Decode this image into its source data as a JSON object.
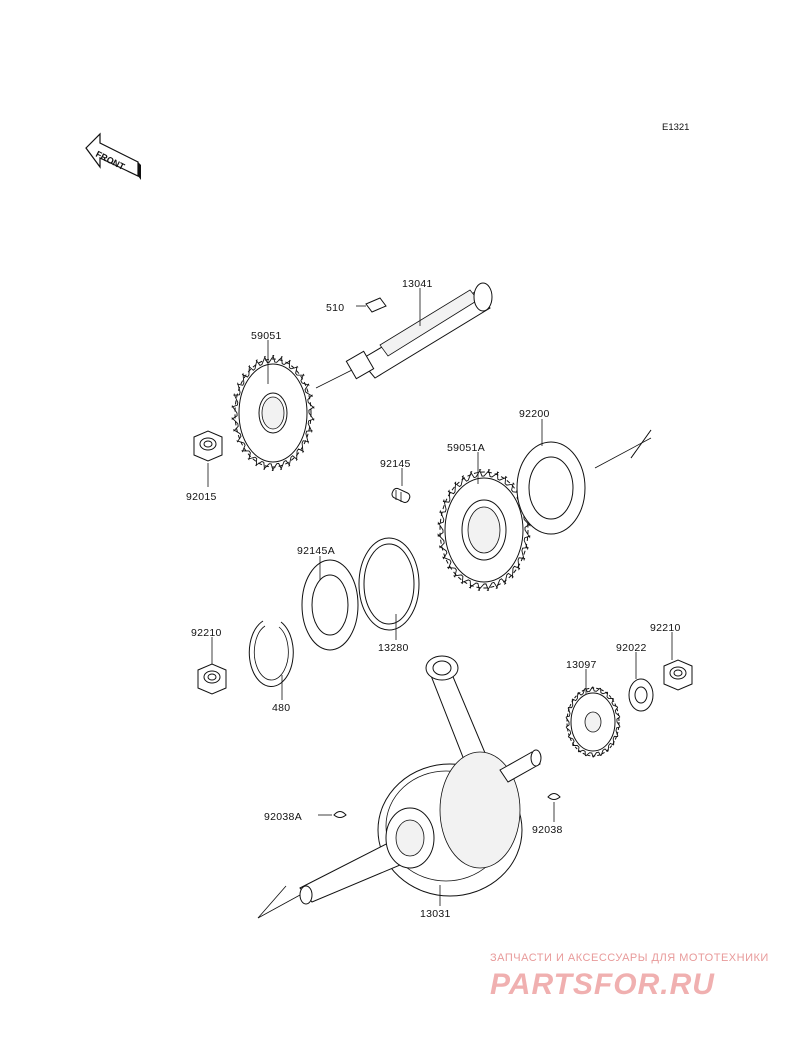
{
  "diagram": {
    "ref_code": "E1321",
    "front_label": "FRONT",
    "parts": [
      {
        "id": "13041"
      },
      {
        "id": "510"
      },
      {
        "id": "59051"
      },
      {
        "id": "92015"
      },
      {
        "id": "92200"
      },
      {
        "id": "59051A"
      },
      {
        "id": "92145"
      },
      {
        "id": "92145A"
      },
      {
        "id": "13280"
      },
      {
        "id": "92210"
      },
      {
        "id": "480"
      },
      {
        "id": "13097"
      },
      {
        "id": "92022"
      },
      {
        "id": "92210"
      },
      {
        "id": "92038A"
      },
      {
        "id": "92038"
      },
      {
        "id": "13031"
      }
    ]
  },
  "watermark": {
    "tagline": "ЗАПЧАСТИ И АКСЕССУАРЫ ДЛЯ МОТОТЕХНИКИ",
    "brand": "PARTSFOR.RU"
  }
}
